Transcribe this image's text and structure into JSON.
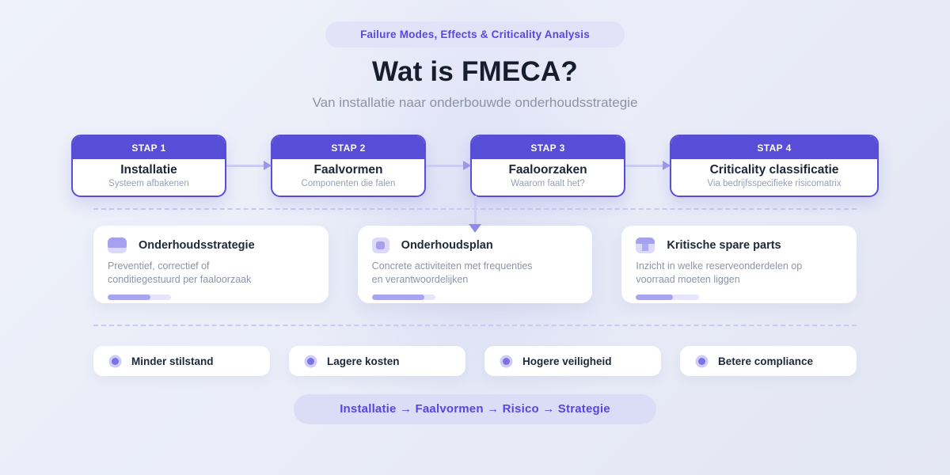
{
  "badge": {
    "label": "Failure Modes, Effects & Criticality Analysis"
  },
  "header": {
    "title": "Wat is FMECA?",
    "subtitle": "Van installatie naar onderbouwde onderhoudsstrategie"
  },
  "steps": [
    {
      "step_label": "STAP 1",
      "title": "Installatie",
      "subtitle": "Systeem afbakenen"
    },
    {
      "step_label": "STAP 2",
      "title": "Faalvormen",
      "subtitle": "Componenten die falen"
    },
    {
      "step_label": "STAP 3",
      "title": "Faaloorzaken",
      "subtitle": "Waarom faalt het?"
    },
    {
      "step_label": "STAP 4",
      "title": "Criticality classificatie",
      "subtitle": "Via bedrijfsspecifieke risicomatrix"
    }
  ],
  "outcomes": [
    {
      "icon": "panel-icon",
      "title": "Onderhoudsstrategie",
      "description": "Preventief, correctief of conditiegestuurd per faaloorzaak",
      "progress_percent": 67
    },
    {
      "icon": "square-icon",
      "title": "Onderhoudsplan",
      "description": "Concrete activiteiten met frequenties en verantwoordelijken",
      "progress_percent": 83
    },
    {
      "icon": "tee-icon",
      "title": "Kritische spare parts",
      "description": "Inzicht in welke reserveonderdelen op voorraad moeten liggen",
      "progress_percent": 58
    }
  ],
  "benefits": [
    {
      "label": "Minder stilstand"
    },
    {
      "label": "Lagere kosten"
    },
    {
      "label": "Hogere veiligheid"
    },
    {
      "label": "Betere compliance"
    }
  ],
  "footer": {
    "label": "Installatie → Faalvormen → Risico → Strategie"
  },
  "colors": {
    "primary_purple": "#574dd6",
    "accent_text_purple": "#5948e0",
    "badge_background": "#e2e2f8",
    "arrow_line": "#c9cbf3",
    "arrow_head": "#9b96ec",
    "progress_fill": "#a8a4f0",
    "progress_track": "#e7e5fb",
    "background_tint": "#e9ecf7"
  }
}
